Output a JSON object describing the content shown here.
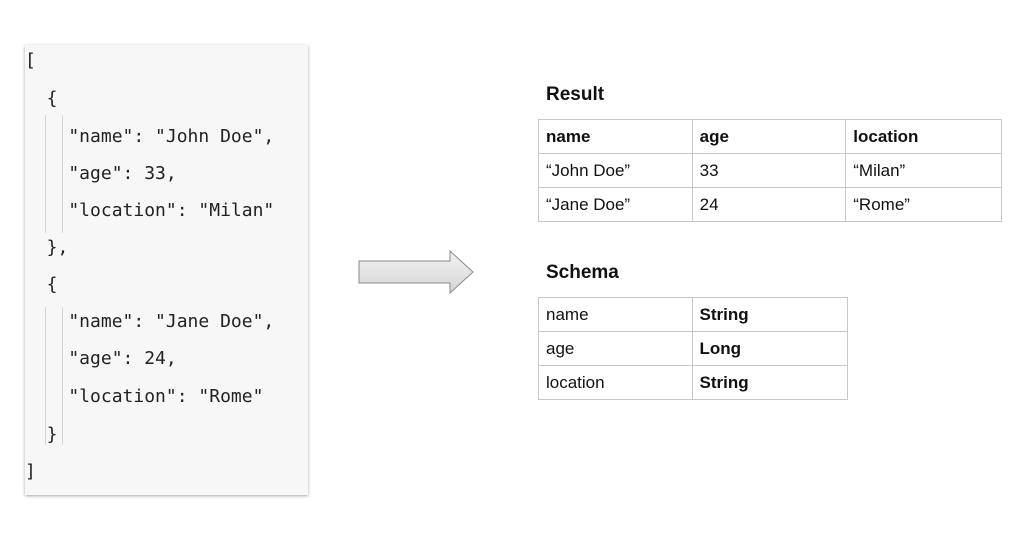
{
  "json_lines": [
    "[",
    "  {",
    "    \"name\": \"John Doe\",",
    "    \"age\": 33,",
    "    \"location\": \"Milan\"",
    "  },",
    "  {",
    "    \"name\": \"Jane Doe\",",
    "    \"age\": 24,",
    "    \"location\": \"Rome\"",
    "  }",
    "]"
  ],
  "result": {
    "title": "Result",
    "headers": [
      "name",
      "age",
      "location"
    ],
    "rows": [
      [
        "“John Doe”",
        "33",
        "“Milan”"
      ],
      [
        "“Jane Doe”",
        "24",
        "“Rome”"
      ]
    ]
  },
  "schema": {
    "title": "Schema",
    "rows": [
      [
        "name",
        "String"
      ],
      [
        "age",
        "Long"
      ],
      [
        "location",
        "String"
      ]
    ]
  }
}
